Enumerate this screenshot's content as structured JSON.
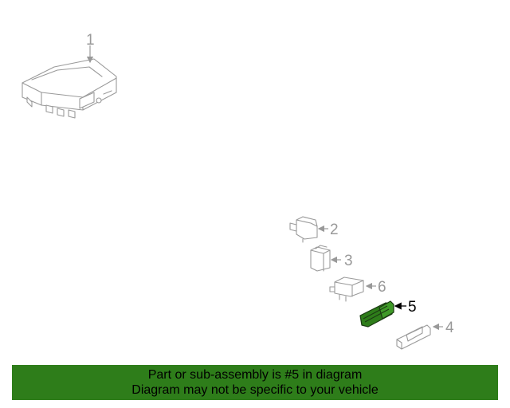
{
  "callouts": {
    "c1": "1",
    "c2": "2",
    "c3": "3",
    "c4": "4",
    "c5": "5",
    "c6": "6"
  },
  "highlight": {
    "part_number": "5",
    "color": "#2e7d1a"
  },
  "banner": {
    "line1": "Part or sub-assembly is #5 in diagram",
    "line2": "Diagram may not be specific to your vehicle",
    "background": "#2e7d1a"
  }
}
